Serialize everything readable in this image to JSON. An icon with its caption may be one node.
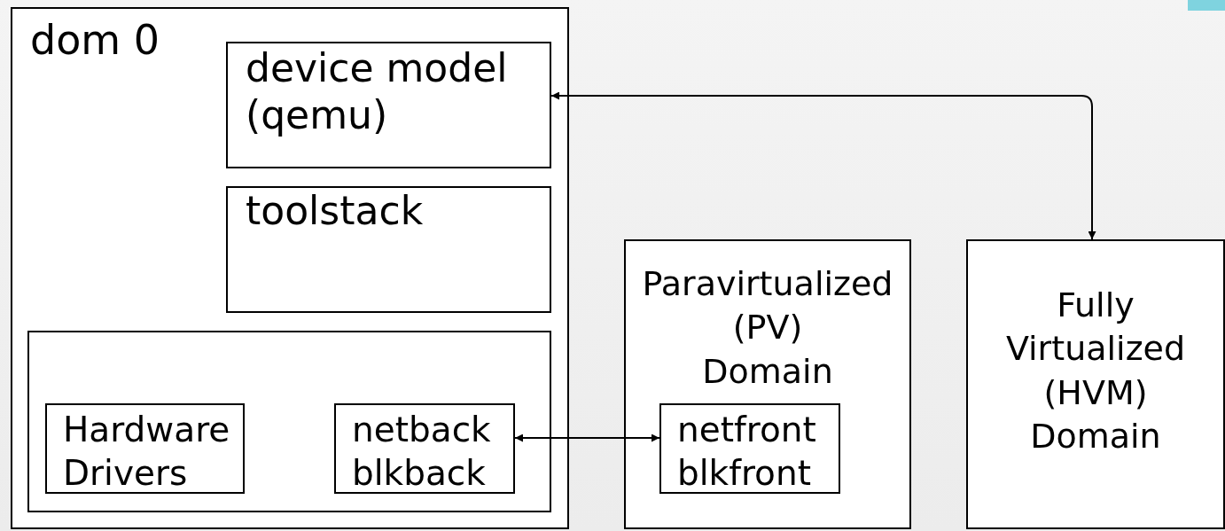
{
  "diagram": {
    "nodes": [
      {
        "text": [
          "dom 0"
        ]
      },
      {
        "text": [
          "device model (qemu)"
        ],
        "in": 0
      },
      {
        "text": [
          "toolstack"
        ],
        "in": 0
      },
      {
        "text": [],
        "shape": "box",
        "in": 0
      },
      {
        "text": [
          "Hardware Drivers"
        ],
        "in": 3
      },
      {
        "text": [
          "netback blkback"
        ],
        "in": 3
      },
      {
        "text": [
          "Paravirtualized (PV) Domain"
        ]
      },
      {
        "text": [
          "netfront blkfront"
        ],
        "in": 6
      },
      {
        "text": [
          "Fully Virtualized (HVM) Domain"
        ]
      }
    ],
    "edges": [
      {
        "from": 1,
        "to": 8,
        "arrow": "both"
      },
      {
        "from": 5,
        "to": 7,
        "arrow": "both"
      }
    ]
  }
}
